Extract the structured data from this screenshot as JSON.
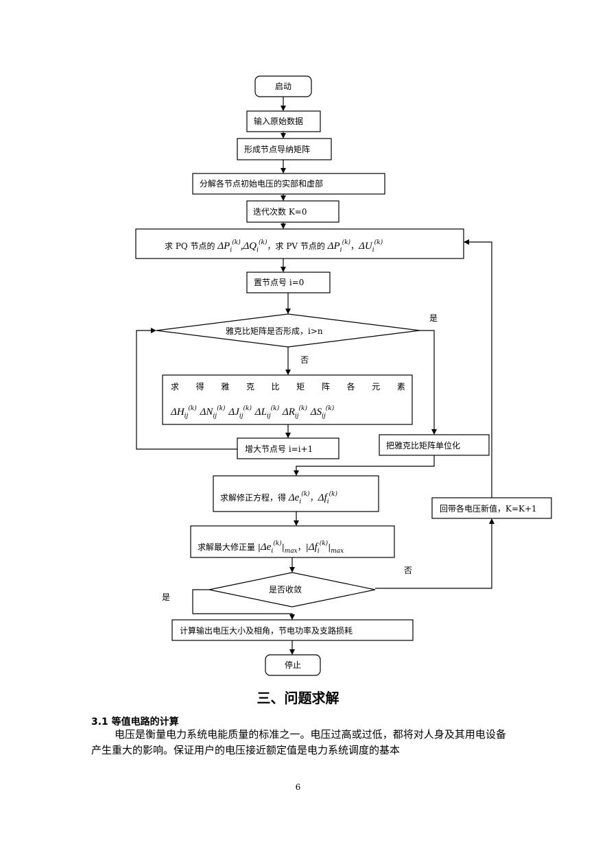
{
  "flowchart": {
    "start": "启动",
    "input_data": "输入原始数据",
    "form_admittance": "形成节点导纳矩阵",
    "decompose_voltage": "分解各节点初始电压的实部和虚部",
    "iteration_count": "迭代次数 K=0",
    "mismatch": {
      "prefix": "求 PQ 节点的 ",
      "middle": "，求 PV 节点的 ",
      "delta": "Δ",
      "P": "P",
      "Q": "Q",
      "U": "U",
      "sub_i": "i",
      "sup_k": "(k)",
      "comma": ",",
      "comma_cn": "，"
    },
    "set_node": "置节点号 i=0",
    "decision_jacobian": "雅克比矩阵是否形成，i>n",
    "yes_jacobian": "是",
    "no_jacobian": "否",
    "jacobian_elements": {
      "chars": [
        "求",
        "得",
        "雅",
        "克",
        "比",
        "矩",
        "阵",
        "各",
        "元",
        "素"
      ],
      "delta": "Δ",
      "vars": [
        "H",
        "N",
        "J",
        "L",
        "R",
        "S"
      ],
      "sub_ij": "ij",
      "sup_k": "(k)"
    },
    "increment_node": "增大节点号 i=i+1",
    "unitize_jacobian": "把雅克比矩阵单位化",
    "solve_correction": {
      "prefix": "求解修正方程，得 ",
      "delta": "Δ",
      "e": "e",
      "f": "f",
      "sub_i": "i",
      "sup_k": "(k)",
      "comma_cn": "，"
    },
    "max_correction": {
      "prefix": "求解最大修正量 ",
      "bar": "|",
      "delta": "Δ",
      "e": "e",
      "f": "f",
      "sub_i": "i",
      "sup_k": "(k)",
      "max": "max",
      "comma_cn": "，"
    },
    "update_voltage": "回带各电压新值，K=K+1",
    "decision_converge": "是否收敛",
    "yes_converge": "是",
    "no_converge": "否",
    "compute_output": "计算输出电压大小及相角，节电功率及支路损耗",
    "stop": "停止"
  },
  "section_heading": "三、问题求解",
  "subsection": "3.1  等值电路的计算",
  "paragraph": "电压是衡量电力系统电能质量的标准之一。电压过高或过低，都将对人身及其用电设备产生重大的影响。保证用户的电压接近额定值是电力系统调度的基本",
  "page_number": "6"
}
